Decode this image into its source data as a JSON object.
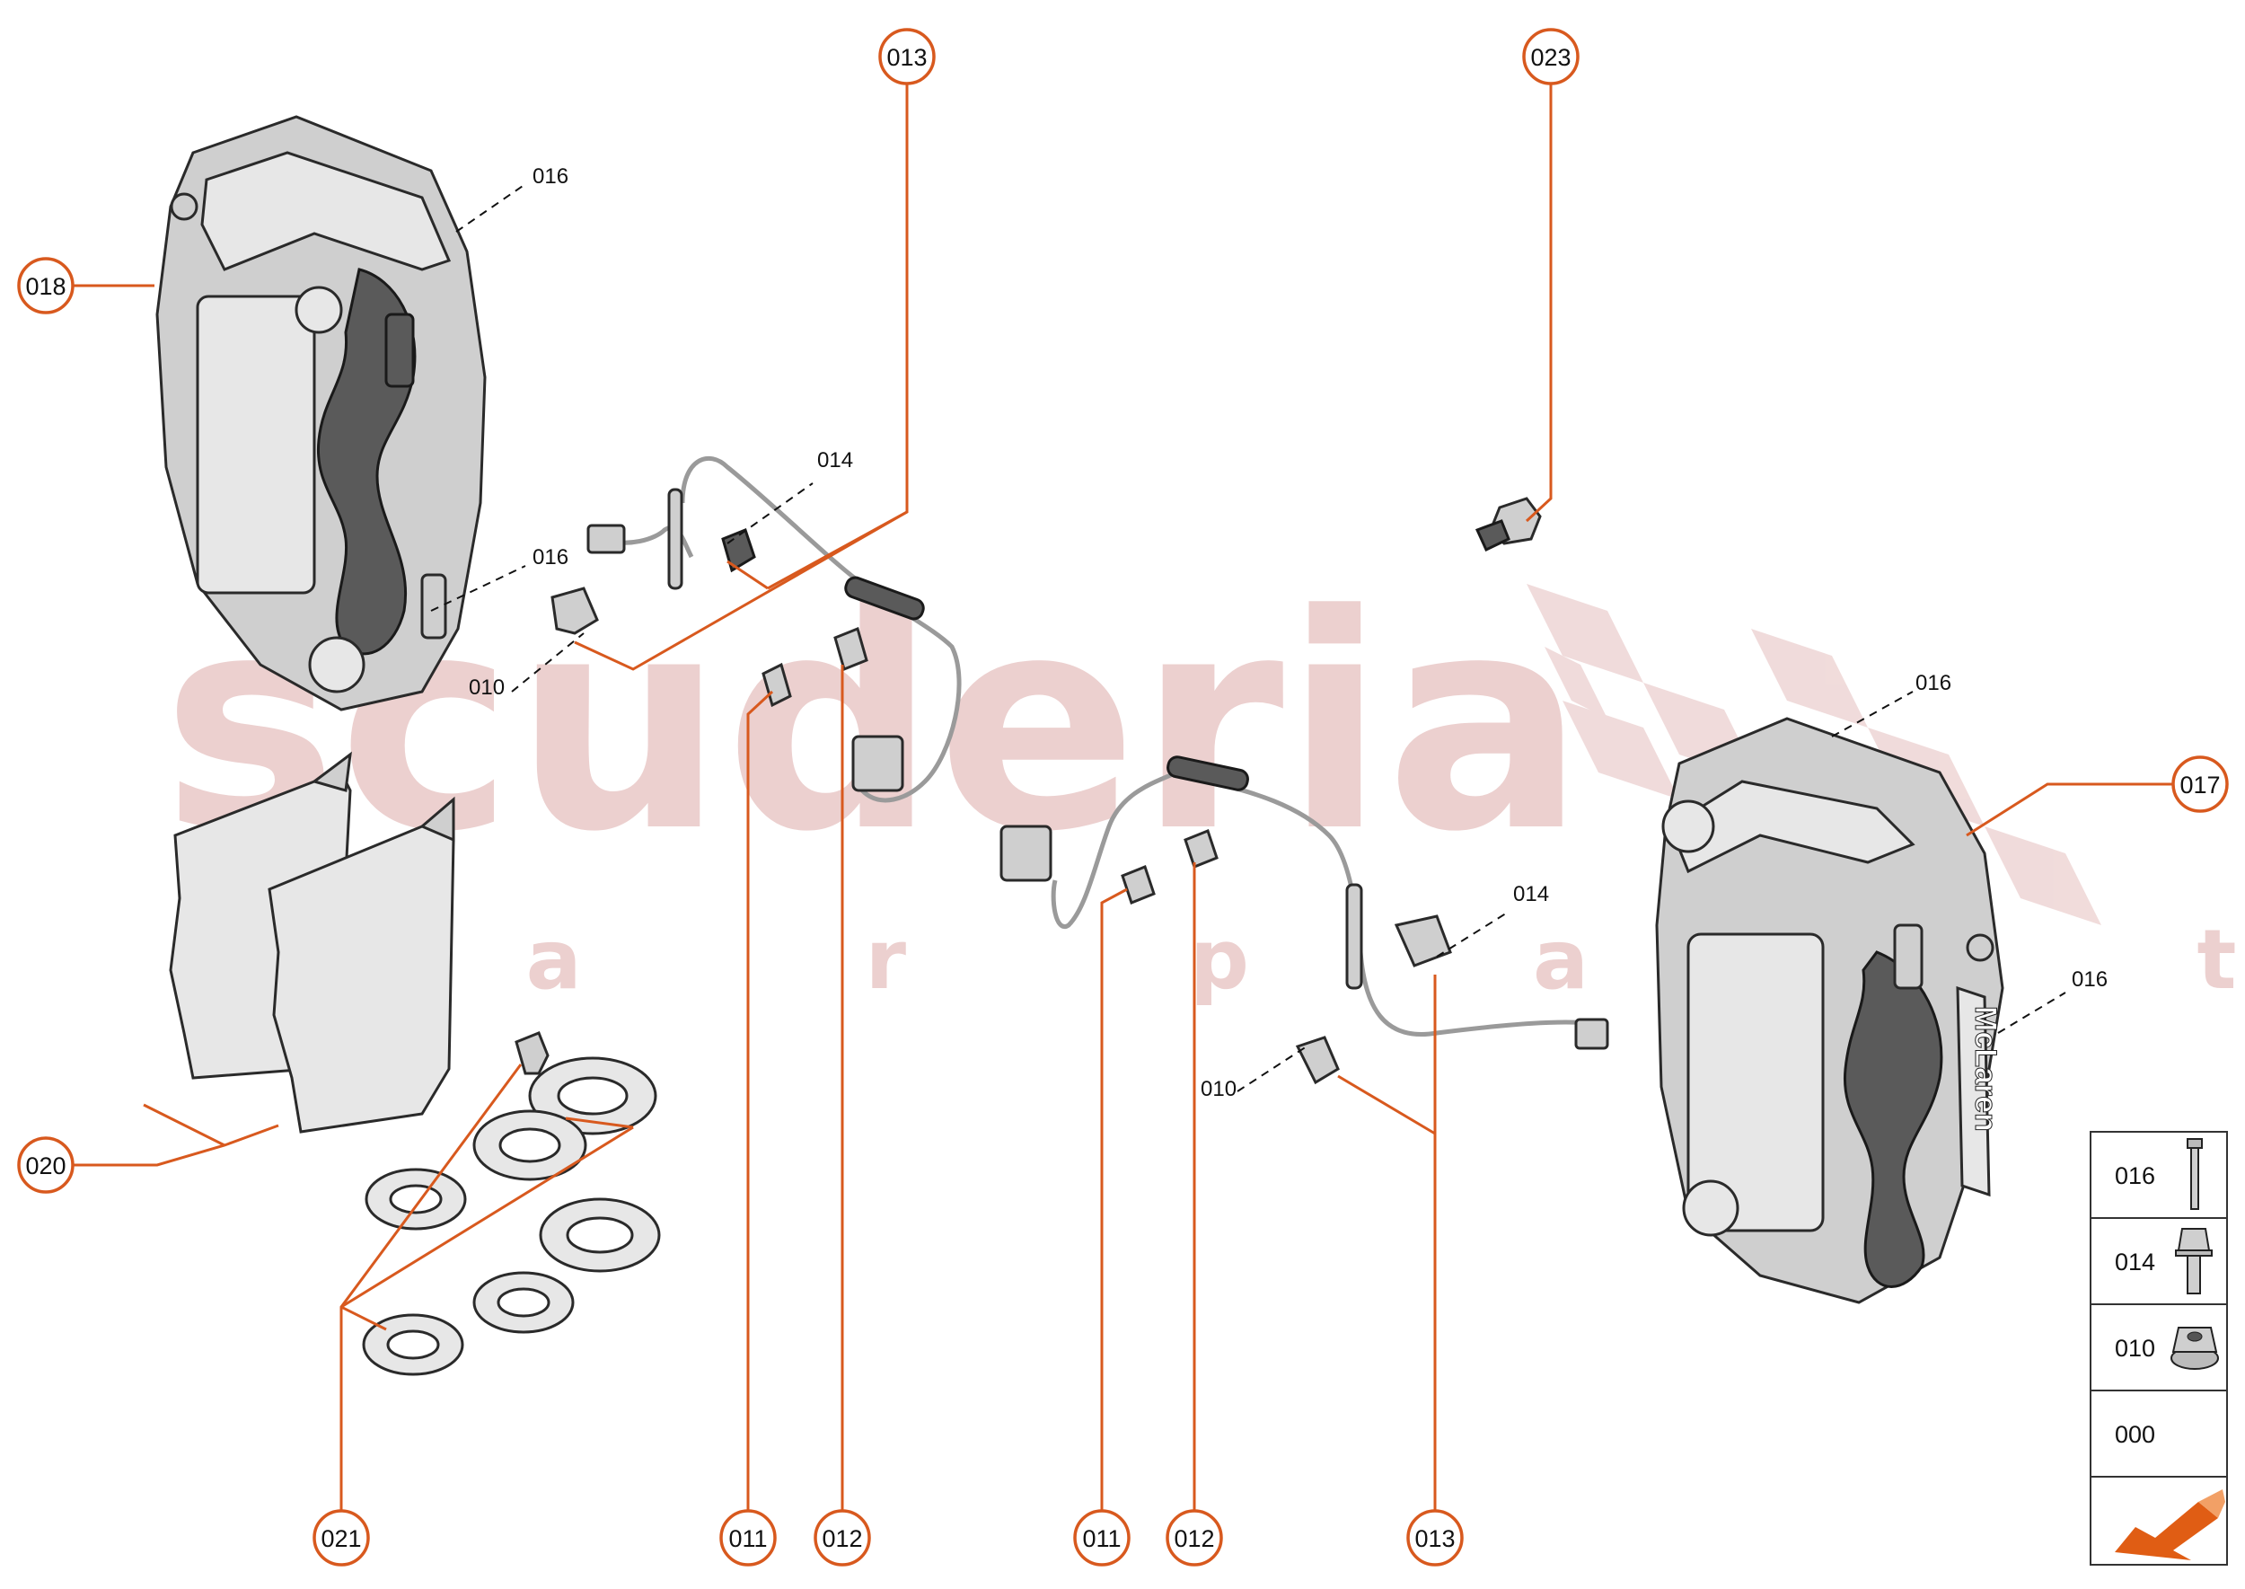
{
  "watermark": {
    "brand": "scuderia",
    "tagline": "c a r   p a r t s"
  },
  "callouts": {
    "c013_top": "013",
    "c023": "023",
    "c018": "018",
    "c017": "017",
    "c020": "020",
    "c021": "021",
    "c011_left": "011",
    "c012_left": "012",
    "c011_right": "011",
    "c012_right": "012",
    "c013_bottom": "013"
  },
  "labels": {
    "l016_a": "016",
    "l016_b": "016",
    "l014_left": "014",
    "l010_left": "010",
    "l016_c": "016",
    "l016_d": "016",
    "l014_right": "014",
    "l010_right": "010"
  },
  "caliper_text": "McLaren",
  "legend": {
    "items": [
      {
        "code": "016",
        "icon": "long-bolt-icon"
      },
      {
        "code": "014",
        "icon": "flange-bolt-icon"
      },
      {
        "code": "010",
        "icon": "flange-nut-icon"
      },
      {
        "code": "000",
        "icon": ""
      }
    ],
    "nav_icon": "direction-arrow-icon"
  },
  "colors": {
    "accent": "#d8591e",
    "watermark": "#ecd0cf"
  }
}
